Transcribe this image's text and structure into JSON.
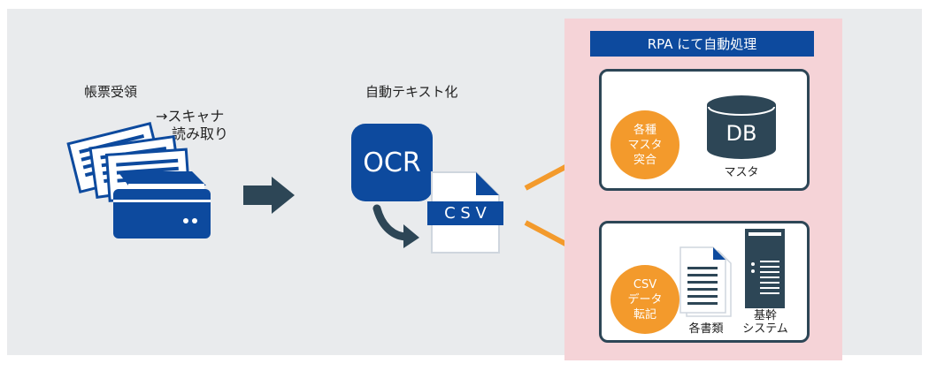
{
  "labels": {
    "receive": "帳票受領",
    "scan_line1": "→スキャナ",
    "scan_line2": "読み取り",
    "auto_text": "自動テキスト化",
    "ocr": "OCR",
    "csv": "C S V",
    "rpa_title": "RPA にて自動処理",
    "db": "DB",
    "master": "マスタ",
    "docs": "各書類",
    "core_line1": "基幹",
    "core_line2": "システム"
  },
  "circles": {
    "top": [
      "各種",
      "マスタ",
      "突合"
    ],
    "bottom": [
      "CSV",
      "データ",
      "転記"
    ]
  },
  "colors": {
    "navy": "#0d4a9e",
    "dark": "#2d4656",
    "orange": "#f39a2c",
    "pink_panel": "#f5d3d7",
    "background": "#e9ebed"
  },
  "icons": [
    "paper-stack-icon",
    "scanner-icon",
    "arrow-right-icon",
    "ocr-icon",
    "csv-file-icon",
    "curved-arrow-icon",
    "database-icon",
    "documents-icon",
    "server-icon"
  ]
}
